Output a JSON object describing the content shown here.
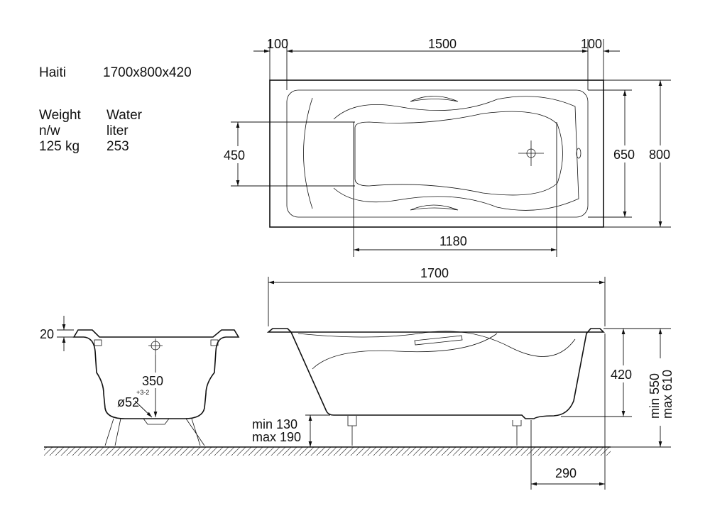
{
  "specs": {
    "model": "Haiti",
    "size": "1700x800x420",
    "weight_label": "Weight",
    "weight_sub": "n/w",
    "weight_value": "125 kg",
    "water_label": "Water",
    "water_sub": "liter",
    "water_value": "253"
  },
  "top_view": {
    "dim_left_margin": "100",
    "dim_inner_length": "1500",
    "dim_right_margin": "100",
    "dim_inner_width": "650",
    "dim_total_width": "800",
    "dim_basin_width": "450",
    "dim_basin_length": "1180"
  },
  "side_view": {
    "dim_total_length": "1700",
    "dim_depth": "420",
    "dim_height_min": "min 550",
    "dim_height_max": "max 610",
    "dim_legs_min": "min 130",
    "dim_legs_max": "max 190",
    "dim_drain_offset": "290"
  },
  "end_view": {
    "dim_rim": "20",
    "dim_drain_height": "350",
    "dim_drain_diameter": "ø52",
    "dim_drain_tolerance": "+3-2"
  }
}
